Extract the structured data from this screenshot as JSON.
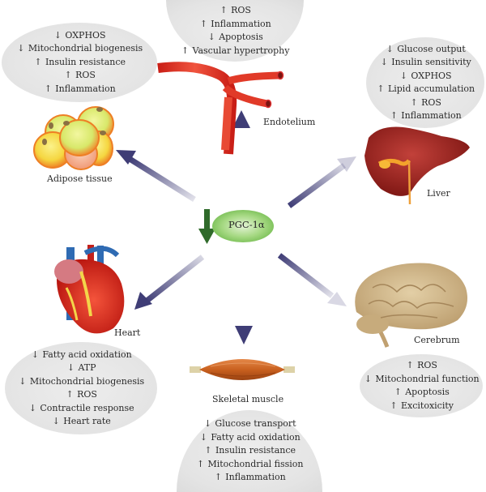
{
  "center": {
    "label": "PGC-1α",
    "direction": "down",
    "color": "#7dc15a",
    "indicator_color": "#2f6a2a"
  },
  "arrow_color": "#3f3d76",
  "effect_symbols": {
    "up": "↑",
    "down": "↓"
  },
  "tissues": {
    "adipose": {
      "name": "Adipose tissue",
      "effects": [
        {
          "dir": "down",
          "text": "OXPHOS"
        },
        {
          "dir": "down",
          "text": "Mitochondrial biogenesis"
        },
        {
          "dir": "up",
          "text": "Insulin resistance"
        },
        {
          "dir": "up",
          "text": "ROS"
        },
        {
          "dir": "up",
          "text": "Inflammation"
        }
      ]
    },
    "endothelium": {
      "name": "Endotelium",
      "effects": [
        {
          "dir": "up",
          "text": "ROS"
        },
        {
          "dir": "up",
          "text": "Inflammation"
        },
        {
          "dir": "down",
          "text": "Apoptosis"
        },
        {
          "dir": "up",
          "text": "Vascular hypertrophy"
        }
      ]
    },
    "liver": {
      "name": "Liver",
      "effects": [
        {
          "dir": "down",
          "text": "Glucose output"
        },
        {
          "dir": "down",
          "text": "Insulin sensitivity"
        },
        {
          "dir": "down",
          "text": "OXPHOS"
        },
        {
          "dir": "up",
          "text": "Lipid accumulation"
        },
        {
          "dir": "up",
          "text": "ROS"
        },
        {
          "dir": "up",
          "text": "Inflammation"
        }
      ]
    },
    "heart": {
      "name": "Heart",
      "effects": [
        {
          "dir": "down",
          "text": "Fatty acid oxidation"
        },
        {
          "dir": "down",
          "text": "ATP"
        },
        {
          "dir": "down",
          "text": "Mitochondrial biogenesis"
        },
        {
          "dir": "up",
          "text": "ROS"
        },
        {
          "dir": "down",
          "text": "Contractile response"
        },
        {
          "dir": "down",
          "text": "Heart rate"
        }
      ]
    },
    "skeletal_muscle": {
      "name": "Skeletal muscle",
      "effects": [
        {
          "dir": "down",
          "text": "Glucose transport"
        },
        {
          "dir": "down",
          "text": "Fatty acid oxidation"
        },
        {
          "dir": "up",
          "text": "Insulin resistance"
        },
        {
          "dir": "up",
          "text": "Mitochondrial fission"
        },
        {
          "dir": "up",
          "text": "Inflammation"
        }
      ]
    },
    "cerebrum": {
      "name": "Cerebrum",
      "effects": [
        {
          "dir": "up",
          "text": "ROS"
        },
        {
          "dir": "down",
          "text": "Mitochondrial function"
        },
        {
          "dir": "up",
          "text": "Apoptosis"
        },
        {
          "dir": "up",
          "text": "Excitoxicity"
        }
      ]
    }
  }
}
